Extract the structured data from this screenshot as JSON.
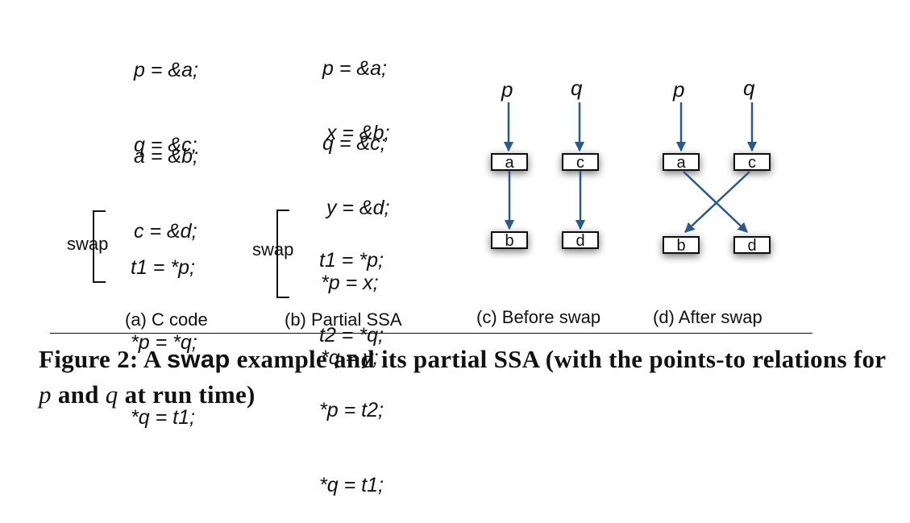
{
  "panel_a": {
    "lines_top": [
      "p = &a;",
      "q = &c;"
    ],
    "lines_mid": [
      "a = &b;",
      "c = &d;"
    ],
    "swap_label": "swap",
    "swap_lines": [
      "t1 = *p;",
      "*p = *q;",
      "*q = t1;"
    ],
    "caption": "(a) C code"
  },
  "panel_b": {
    "lines_top": [
      "p = &a;",
      "q = &c;"
    ],
    "lines_mid": [
      " x = &b;",
      " y = &d;",
      "*p = x;",
      "*q = y;"
    ],
    "swap_label": "swap",
    "swap_lines": [
      "t1 = *p;",
      "t2 = *q;",
      "*p = t2;",
      "*q = t1;"
    ],
    "caption": "(b) Partial SSA"
  },
  "panel_c": {
    "pointers": [
      "p",
      "q"
    ],
    "targets_top": [
      "a",
      "c"
    ],
    "targets_bottom": [
      "b",
      "d"
    ],
    "caption": "(c) Before swap"
  },
  "panel_d": {
    "pointers": [
      "p",
      "q"
    ],
    "targets_top": [
      "a",
      "c"
    ],
    "targets_bottom": [
      "b",
      "d"
    ],
    "caption": "(d) After swap"
  },
  "figure_caption": {
    "prefix": "Figure 2:  A ",
    "keyword": "swap",
    "middle": " example and its partial SSA (with the points-to relations for ",
    "var_p": "p",
    "and": " and ",
    "var_q": "q",
    "suffix": " at run time)"
  },
  "colors": {
    "arrow": "#2a5a8c",
    "text": "#111111"
  }
}
